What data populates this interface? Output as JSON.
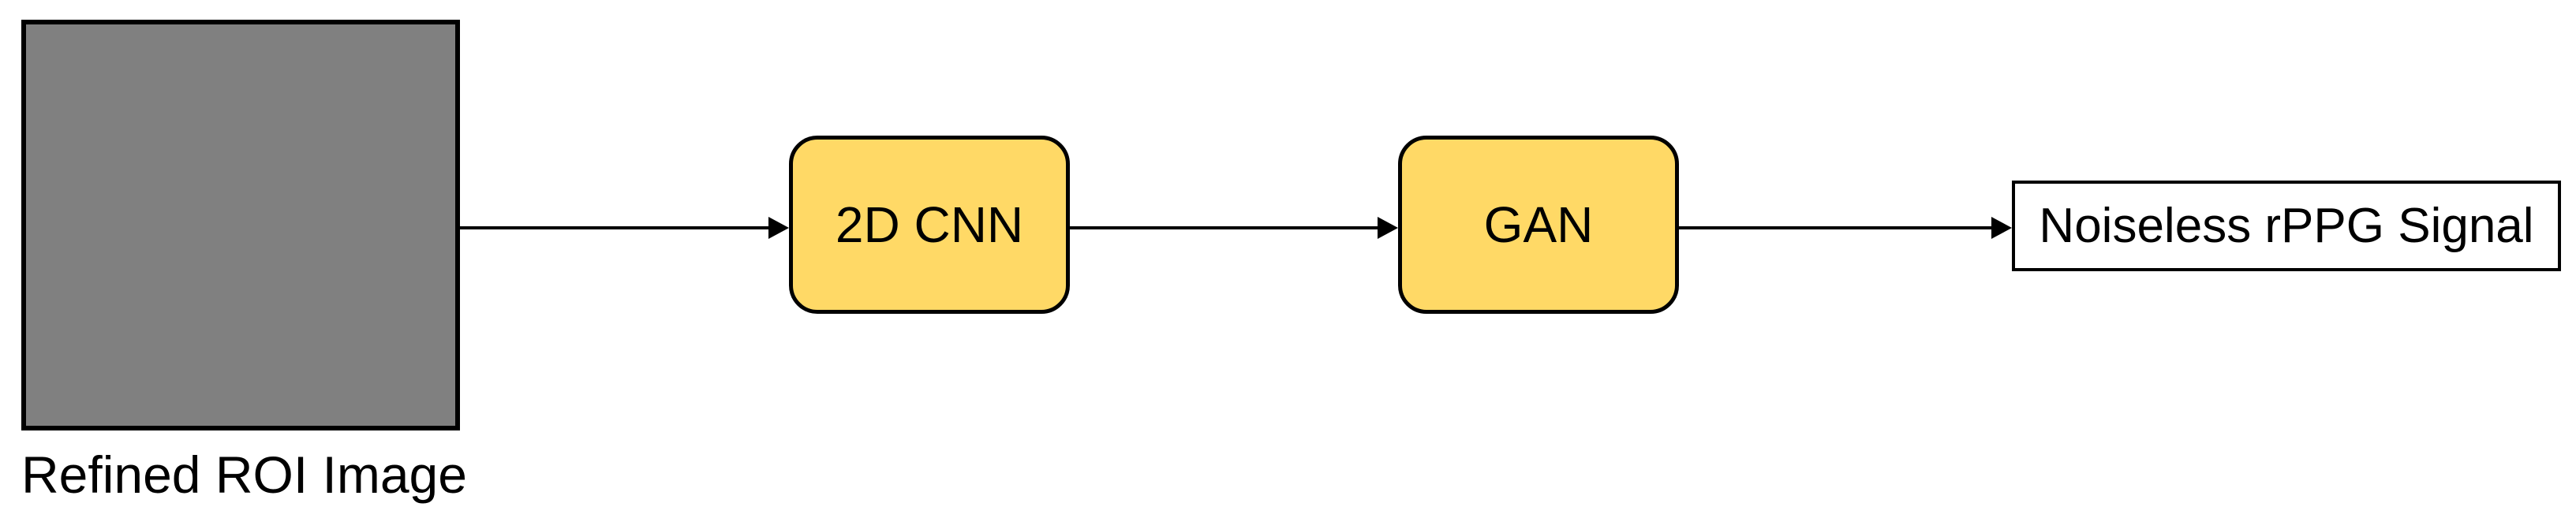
{
  "diagram": {
    "type": "flowchart",
    "direction": "left-to-right",
    "nodes": [
      {
        "id": "roi",
        "label": "Refined ROI Image",
        "kind": "image-placeholder",
        "fill": "#808080"
      },
      {
        "id": "cnn",
        "label": "2D CNN",
        "kind": "process",
        "fill": "#FFD966"
      },
      {
        "id": "gan",
        "label": "GAN",
        "kind": "process",
        "fill": "#FFD966"
      },
      {
        "id": "output",
        "label": "Noiseless rPPG Signal",
        "kind": "output",
        "fill": "#FFFFFF"
      }
    ],
    "edges": [
      {
        "from": "roi",
        "to": "cnn"
      },
      {
        "from": "cnn",
        "to": "gan"
      },
      {
        "from": "gan",
        "to": "output"
      }
    ],
    "colors": {
      "border": "#000000",
      "arrow": "#000000",
      "text": "#000000",
      "background": "#FFFFFF"
    }
  }
}
